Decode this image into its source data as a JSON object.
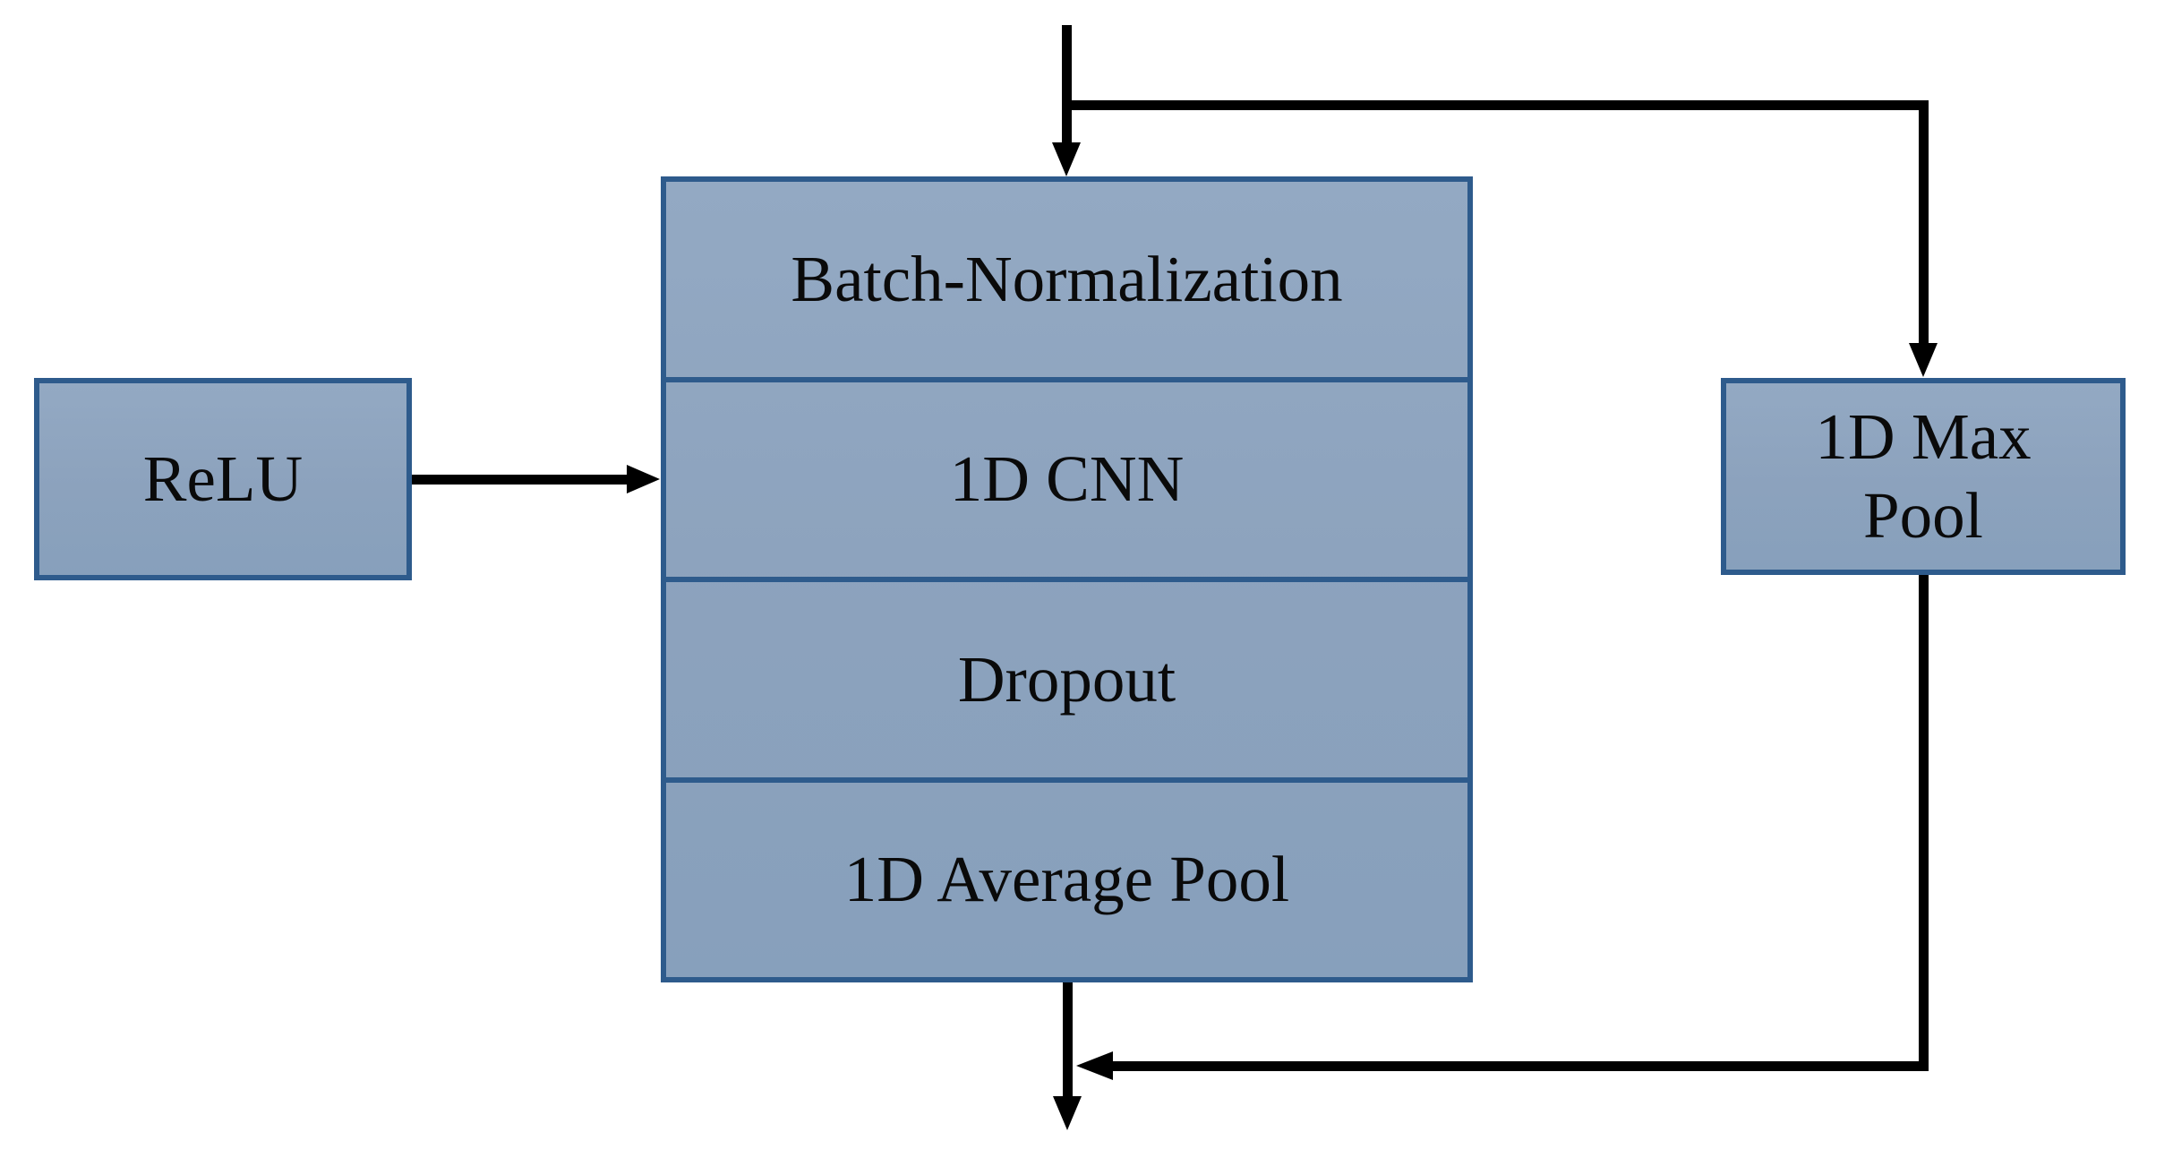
{
  "diagram": {
    "relu_box": {
      "label": "ReLU"
    },
    "main_block": {
      "layers": [
        {
          "label": "Batch-Normalization"
        },
        {
          "label": "1D CNN"
        },
        {
          "label": "Dropout"
        },
        {
          "label": "1D Average Pool"
        }
      ]
    },
    "maxpool_box": {
      "label": "1D Max Pool",
      "line1": "1D Max",
      "line2": "Pool"
    },
    "colors": {
      "box_fill": "#8CA2BD",
      "box_border": "#2E5B8C",
      "arrow": "#000000",
      "text": "#0A0A0A",
      "background": "#FFFFFF"
    }
  }
}
